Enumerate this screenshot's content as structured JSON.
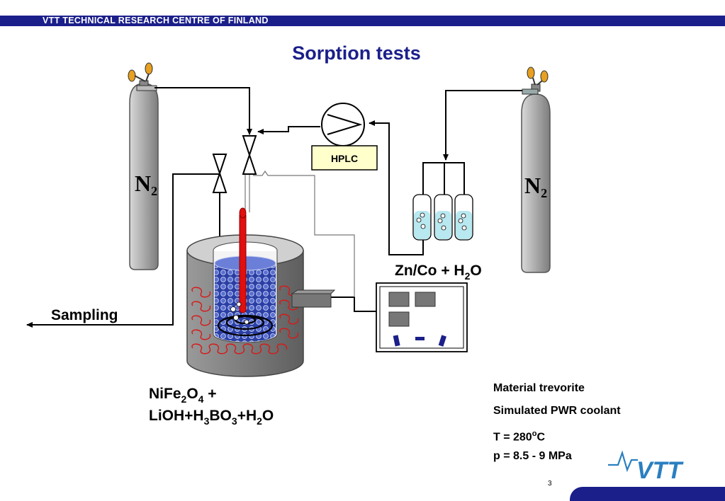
{
  "header": {
    "text": "VTT TECHNICAL RESEARCH CENTRE OF FINLAND"
  },
  "title": "Sorption tests",
  "diagram": {
    "n2_symbol": "N",
    "n2_subscript": "2",
    "hplc_label": "HPLC",
    "sampling_label": "Sampling",
    "zn_co": {
      "text": "Zn/Co + H",
      "sub": "2",
      "tail": "O"
    },
    "mixture": {
      "line1": {
        "a": "NiFe",
        "a_sub": "2",
        "b": "O",
        "b_sub": "4",
        "c": " +"
      },
      "line2": {
        "a": "LiOH+H",
        "a_sub": "3",
        "b": "BO",
        "b_sub": "3",
        "c": "+H",
        "c_sub": "2",
        "d": "O"
      }
    }
  },
  "conditions": {
    "material": "Material trevorite",
    "coolant": "Simulated PWR coolant",
    "temperature": {
      "prefix": "T = 280",
      "sup": "o",
      "suffix": "C"
    },
    "pressure": "p = 8.5 - 9 MPa"
  },
  "logo": {
    "text": "VTT"
  },
  "page_number": "3",
  "colors": {
    "brand_blue": "#1b1f8a",
    "cylinder_gray": "#a0a0a0",
    "vessel_gray": "#8a8a8a",
    "heater_red": "#d81818",
    "thermocouple_red": "#e01010",
    "coolant_blue": "#2c3fa8",
    "sample_tube_cyan": "#b8e8f0",
    "hplc_fill": "#ffffcc",
    "valve_orange": "#e8a020",
    "logo_blue": "#2a7fc0"
  }
}
